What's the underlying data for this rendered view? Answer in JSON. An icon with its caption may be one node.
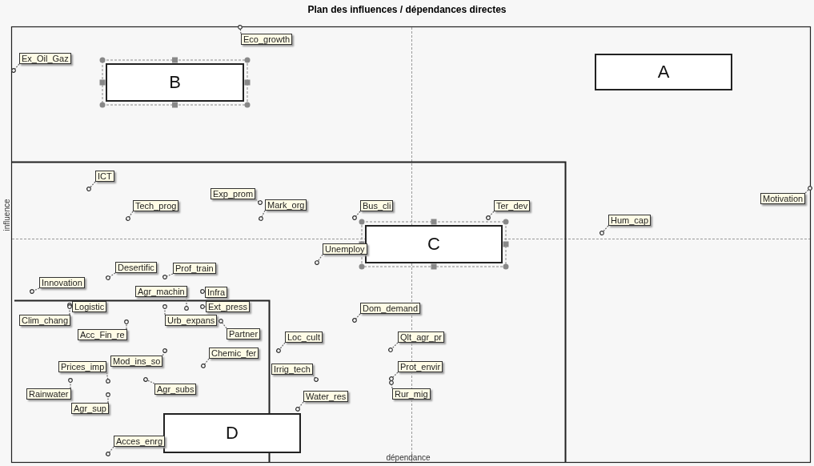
{
  "diagram": {
    "title": "Plan des influences / dépendances directes",
    "nodes": [
      {
        "text": [
          "A"
        ]
      },
      {
        "text": [
          "B"
        ]
      },
      {
        "text": [
          "C"
        ]
      },
      {
        "text": [
          "D"
        ]
      },
      {
        "text": [
          "Eco_growth"
        ]
      },
      {
        "text": [
          "Ex_Oil_Gaz"
        ]
      },
      {
        "text": [
          "ICT"
        ]
      },
      {
        "text": [
          "Exp_prom"
        ]
      },
      {
        "text": [
          "Tech_prog"
        ]
      },
      {
        "text": [
          "Mark_org"
        ]
      },
      {
        "text": [
          "Bus_cli"
        ]
      },
      {
        "text": [
          "Ter_dev"
        ]
      },
      {
        "text": [
          "Hum_cap"
        ]
      },
      {
        "text": [
          "Motivation"
        ]
      },
      {
        "text": [
          "Unemploy"
        ]
      },
      {
        "text": [
          "Desertific"
        ]
      },
      {
        "text": [
          "Prof_train"
        ]
      },
      {
        "text": [
          "Innovation"
        ]
      },
      {
        "text": [
          "Agr_machin"
        ]
      },
      {
        "text": [
          "Infra"
        ]
      },
      {
        "text": [
          "Logistic"
        ]
      },
      {
        "text": [
          "Ext_press"
        ]
      },
      {
        "text": [
          "Clim_chang"
        ]
      },
      {
        "text": [
          "Acc_Fin_re"
        ]
      },
      {
        "text": [
          "Urb_expans"
        ]
      },
      {
        "text": [
          "Partner"
        ]
      },
      {
        "text": [
          "Loc_cult"
        ]
      },
      {
        "text": [
          "Mod_ins_so"
        ]
      },
      {
        "text": [
          "Chemic_fer"
        ]
      },
      {
        "text": [
          "Prices_imp"
        ]
      },
      {
        "text": [
          "Irrig_tech"
        ]
      },
      {
        "text": [
          "Agr_subs"
        ]
      },
      {
        "text": [
          "Rainwater"
        ]
      },
      {
        "text": [
          "Agr_sup"
        ]
      },
      {
        "text": [
          "Water_res"
        ]
      },
      {
        "text": [
          "Acces_enrg"
        ]
      },
      {
        "text": [
          "Dom_demand"
        ]
      },
      {
        "text": [
          "Qlt_agr_pr"
        ]
      },
      {
        "text": [
          "Prot_envir"
        ]
      },
      {
        "text": [
          "Rur_mig"
        ]
      }
    ],
    "edges": [
      {
        "from": 4,
        "to": null,
        "arrow": "other"
      },
      {
        "from": 5,
        "to": null,
        "arrow": "other"
      },
      {
        "from": 6,
        "to": null,
        "arrow": "other"
      },
      {
        "from": 7,
        "to": null,
        "arrow": "other"
      },
      {
        "from": 8,
        "to": null,
        "arrow": "other"
      },
      {
        "from": 9,
        "to": null,
        "arrow": "other"
      },
      {
        "from": 10,
        "to": null,
        "arrow": "other"
      },
      {
        "from": 11,
        "to": null,
        "arrow": "other"
      },
      {
        "from": 12,
        "to": null,
        "arrow": "other"
      },
      {
        "from": 13,
        "to": null,
        "arrow": "other"
      },
      {
        "from": 14,
        "to": null,
        "arrow": "other"
      },
      {
        "from": 15,
        "to": null,
        "arrow": "other"
      },
      {
        "from": 16,
        "to": null,
        "arrow": "other"
      },
      {
        "from": 17,
        "to": null,
        "arrow": "other"
      },
      {
        "from": 18,
        "to": null,
        "arrow": "other"
      },
      {
        "from": 19,
        "to": null,
        "arrow": "other"
      },
      {
        "from": 20,
        "to": null,
        "arrow": "other"
      },
      {
        "from": 21,
        "to": null,
        "arrow": "other"
      },
      {
        "from": 22,
        "to": null,
        "arrow": "other"
      },
      {
        "from": 23,
        "to": null,
        "arrow": "other"
      },
      {
        "from": 24,
        "to": null,
        "arrow": "other"
      },
      {
        "from": 25,
        "to": null,
        "arrow": "other"
      },
      {
        "from": 26,
        "to": null,
        "arrow": "other"
      },
      {
        "from": 27,
        "to": null,
        "arrow": "other"
      },
      {
        "from": 28,
        "to": null,
        "arrow": "other"
      },
      {
        "from": 29,
        "to": null,
        "arrow": "other"
      },
      {
        "from": 30,
        "to": null,
        "arrow": "other"
      },
      {
        "from": 31,
        "to": null,
        "arrow": "other"
      },
      {
        "from": 32,
        "to": null,
        "arrow": "other"
      },
      {
        "from": 33,
        "to": null,
        "arrow": "other"
      },
      {
        "from": 34,
        "to": null,
        "arrow": "other"
      },
      {
        "from": 35,
        "to": null,
        "arrow": "other"
      },
      {
        "from": 36,
        "to": null,
        "arrow": "other"
      },
      {
        "from": 37,
        "to": null,
        "arrow": "other"
      },
      {
        "from": 38,
        "to": null,
        "arrow": "other"
      },
      {
        "from": 39,
        "to": null,
        "arrow": "other"
      }
    ],
    "labels": [
      "influence",
      "dépendance"
    ]
  }
}
